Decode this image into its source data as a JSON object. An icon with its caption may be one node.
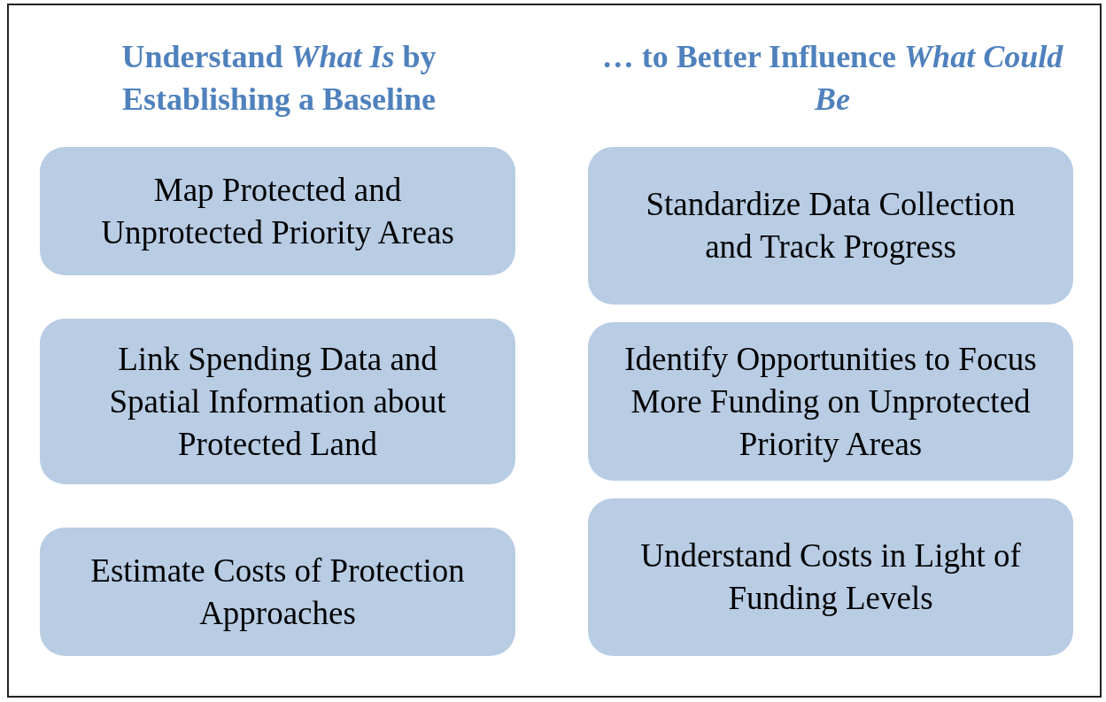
{
  "diagram": {
    "nodes": [
      {
        "text": [
          "Map Protected and Unprotected Priority Areas"
        ]
      },
      {
        "text": [
          "Link Spending Data and Spatial Information about Protected Land"
        ]
      },
      {
        "text": [
          "Estimate Costs of Protection Approaches"
        ]
      },
      {
        "text": [
          "Standardize Data Collection and Track Progress"
        ]
      },
      {
        "text": [
          "Identify Opportunities to Focus More Funding on Unprotected Priority Areas"
        ]
      },
      {
        "text": [
          "Understand Costs in Light of Funding Levels"
        ]
      }
    ],
    "labels": [
      "Understand *What Is* by Establishing a Baseline",
      "… to Better Influence *What Could Be*"
    ]
  }
}
